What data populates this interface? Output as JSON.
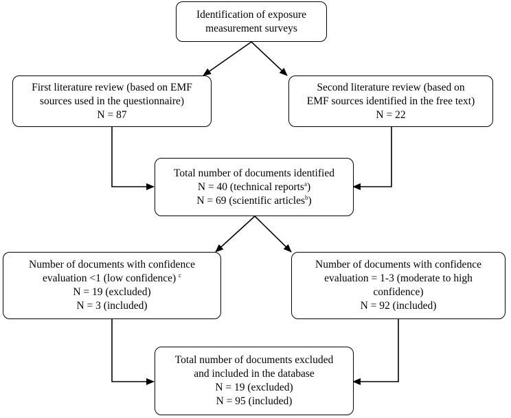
{
  "boxes": {
    "identification": {
      "lines": [
        "Identification of exposure",
        "measurement surveys"
      ]
    },
    "first_review": {
      "lines": [
        "First literature review (based on EMF",
        "sources used in the questionnaire)",
        "N = 87"
      ]
    },
    "second_review": {
      "lines": [
        "Second literature review (based on",
        "EMF sources identified in the free text)",
        "N = 22"
      ]
    },
    "total_identified": {
      "line1": "Total number of documents identified",
      "line2_text": "N = 40 (technical reports",
      "line2_sup": "a",
      "line2_end": ")",
      "line3_text": "N = 69 (scientific articles",
      "line3_sup": "b",
      "line3_end": ")"
    },
    "low_confidence": {
      "line1": "Number of documents with confidence",
      "line2_text": "evaluation <1 (low confidence) ",
      "line2_sup": "c",
      "line3": "N = 19 (excluded)",
      "line4": "N = 3 (included)"
    },
    "moderate_high": {
      "lines": [
        "Number of documents with confidence",
        "evaluation = 1-3 (moderate to high",
        "confidence)",
        "N = 92 (included)"
      ]
    },
    "total_excluded_included": {
      "lines": [
        "Total number of documents excluded",
        "and included in the database",
        "N = 19 (excluded)",
        "N = 95 (included)"
      ]
    }
  }
}
